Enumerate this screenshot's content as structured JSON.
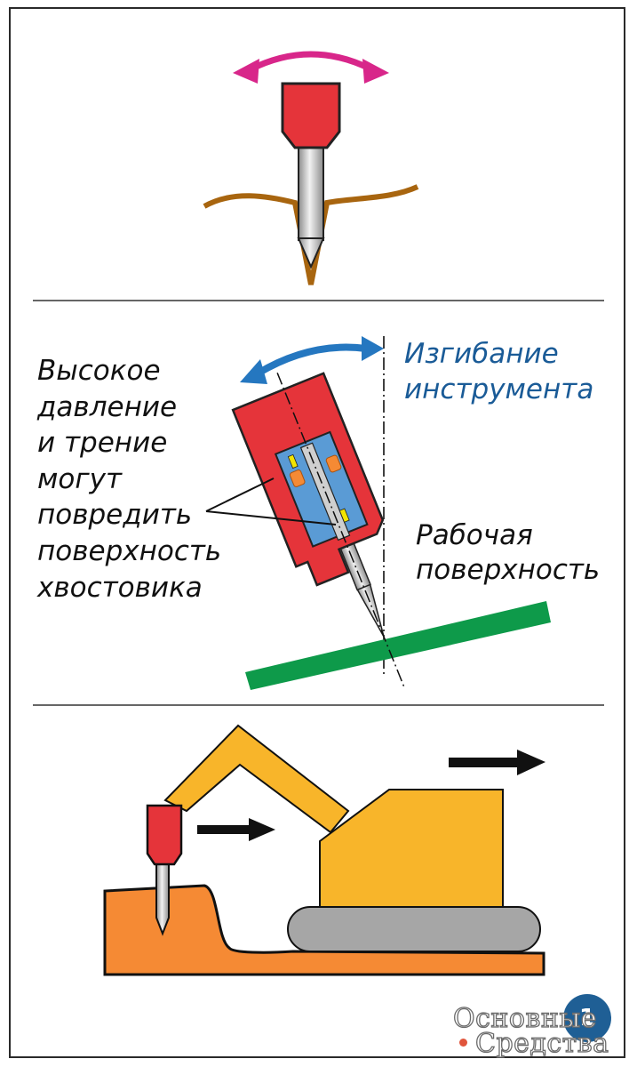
{
  "labels": {
    "warning": "Высокое\nдавление\nи трение\nмогут\nповредить\nповерхность\nхвостовика",
    "bending": "Изгибание\nинструмента",
    "surface": "Рабочая\nповерхность"
  },
  "badge": "1",
  "watermark": {
    "line1": "Основные",
    "line2": "Средства"
  },
  "colors": {
    "tool_red": "#e5343a",
    "arrow_magenta": "#d8268a",
    "arrow_blue": "#2577c0",
    "soil_brown": "#a8650f",
    "surface_green": "#0e9a4a",
    "machine_yellow": "#f8b52a",
    "ground_orange": "#f58a34",
    "track_gray": "#a6a6a6",
    "holder_blue": "#5a9bd5",
    "text_blue": "#1a5b97"
  }
}
